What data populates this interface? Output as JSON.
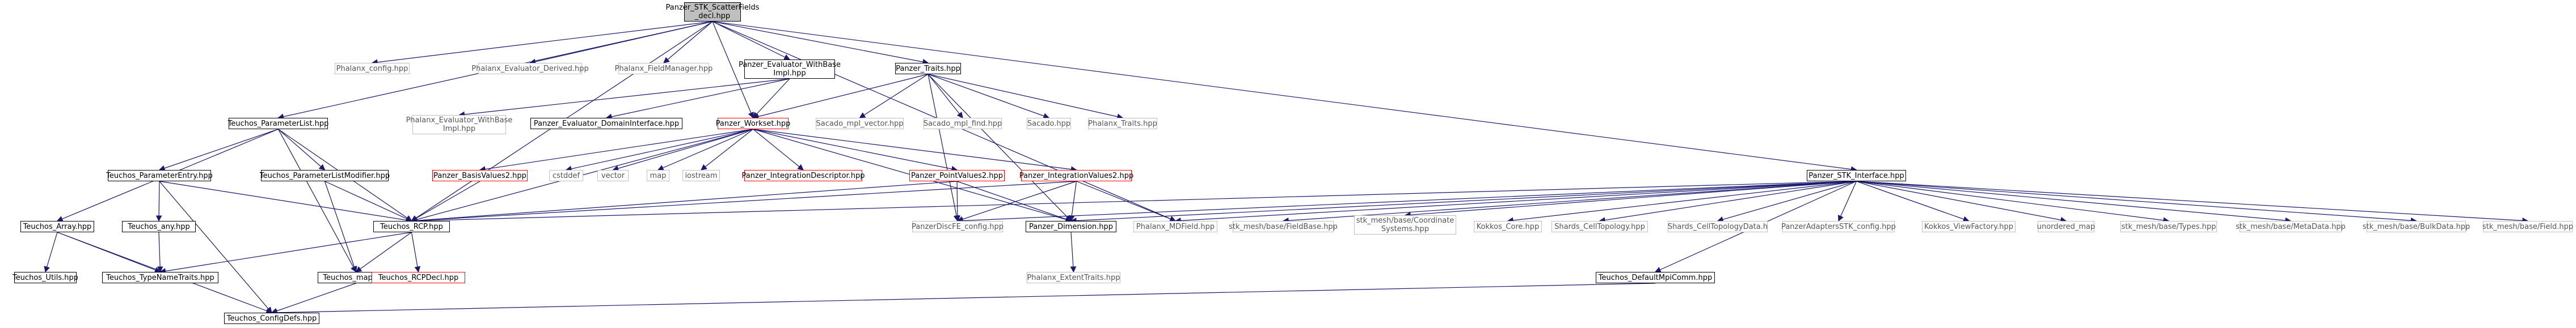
{
  "diagram": {
    "nodes": [
      {
        "id": "root",
        "label": "Panzer_STK_ScatterFields\n_decl.hpp"
      },
      {
        "id": "phx_config",
        "label": "Phalanx_config.hpp"
      },
      {
        "id": "phx_eval_derived",
        "label": "Phalanx_Evaluator_Derived.hpp"
      },
      {
        "id": "phx_fieldmgr",
        "label": "Phalanx_FieldManager.hpp"
      },
      {
        "id": "pz_eval_wb_impl",
        "label": "Panzer_Evaluator_WithBase\nImpl.hpp"
      },
      {
        "id": "pz_traits",
        "label": "Panzer_Traits.hpp"
      },
      {
        "id": "teuchos_paramlist",
        "label": "Teuchos_ParameterList.hpp"
      },
      {
        "id": "phx_eval_wb_impl",
        "label": "Phalanx_Evaluator_WithBase\nImpl.hpp"
      },
      {
        "id": "pz_eval_domain",
        "label": "Panzer_Evaluator_DomainInterface.hpp"
      },
      {
        "id": "pz_workset",
        "label": "Panzer_Workset.hpp"
      },
      {
        "id": "sacado_mpl_vector",
        "label": "Sacado_mpl_vector.hpp"
      },
      {
        "id": "sacado_mpl_find",
        "label": "Sacado_mpl_find.hpp"
      },
      {
        "id": "sacado",
        "label": "Sacado.hpp"
      },
      {
        "id": "phx_traits",
        "label": "Phalanx_Traits.hpp"
      },
      {
        "id": "pz_stk_interface",
        "label": "Panzer_STK_Interface.hpp"
      },
      {
        "id": "teuchos_paramentry",
        "label": "Teuchos_ParameterEntry.hpp"
      },
      {
        "id": "teuchos_plmodifier",
        "label": "Teuchos_ParameterListModifier.hpp"
      },
      {
        "id": "pz_basis_values2",
        "label": "Panzer_BasisValues2.hpp"
      },
      {
        "id": "cstddef",
        "label": "cstddef"
      },
      {
        "id": "vector",
        "label": "vector"
      },
      {
        "id": "map",
        "label": "map"
      },
      {
        "id": "iostream",
        "label": "iostream"
      },
      {
        "id": "pz_integ_desc",
        "label": "Panzer_IntegrationDescriptor.hpp"
      },
      {
        "id": "pz_point_values2",
        "label": "Panzer_PointValues2.hpp"
      },
      {
        "id": "pz_integ_values2",
        "label": "Panzer_IntegrationValues2.hpp"
      },
      {
        "id": "teuchos_array",
        "label": "Teuchos_Array.hpp"
      },
      {
        "id": "teuchos_any",
        "label": "Teuchos_any.hpp"
      },
      {
        "id": "teuchos_rcp",
        "label": "Teuchos_RCP.hpp"
      },
      {
        "id": "pz_dof_config",
        "label": "PanzerDiscFE_config.hpp"
      },
      {
        "id": "pz_dimension",
        "label": "Panzer_Dimension.hpp"
      },
      {
        "id": "phx_mdfield",
        "label": "Phalanx_MDField.hpp"
      },
      {
        "id": "stk_fieldbase",
        "label": "stk_mesh/base/FieldBase.hpp"
      },
      {
        "id": "stk_coordsys",
        "label": "stk_mesh/base/Coordinate\nSystems.hpp"
      },
      {
        "id": "kokkos_core",
        "label": "Kokkos_Core.hpp"
      },
      {
        "id": "shards_celltopo",
        "label": "Shards_CellTopology.hpp"
      },
      {
        "id": "shards_celltopodata",
        "label": "Shards_CellTopologyData.h"
      },
      {
        "id": "pz_adapters_stk_config",
        "label": "PanzerAdaptersSTK_config.hpp"
      },
      {
        "id": "kokkos_viewfactory",
        "label": "Kokkos_ViewFactory.hpp"
      },
      {
        "id": "unordered_map",
        "label": "unordered_map"
      },
      {
        "id": "stk_types",
        "label": "stk_mesh/base/Types.hpp"
      },
      {
        "id": "stk_metadata",
        "label": "stk_mesh/base/MetaData.hpp"
      },
      {
        "id": "stk_bulkdata",
        "label": "stk_mesh/base/BulkData.hpp"
      },
      {
        "id": "stk_field",
        "label": "stk_mesh/base/Field.hpp"
      },
      {
        "id": "teuchos_utils",
        "label": "Teuchos_Utils.hpp"
      },
      {
        "id": "teuchos_typenametraits",
        "label": "Teuchos_TypeNameTraits.hpp"
      },
      {
        "id": "teuchos_map",
        "label": "Teuchos_map.hpp"
      },
      {
        "id": "teuchos_rcpdecl",
        "label": "Teuchos_RCPDecl.hpp"
      },
      {
        "id": "phx_extenttraits",
        "label": "Phalanx_ExtentTraits.hpp"
      },
      {
        "id": "teuchos_defaultmpicomm",
        "label": "Teuchos_DefaultMpiComm.hpp"
      },
      {
        "id": "teuchos_configdefs",
        "label": "Teuchos_ConfigDefs.hpp"
      }
    ],
    "edges": [
      [
        "root",
        "phx_config"
      ],
      [
        "root",
        "phx_eval_derived"
      ],
      [
        "root",
        "phx_fieldmgr"
      ],
      [
        "root",
        "pz_eval_wb_impl"
      ],
      [
        "root",
        "pz_traits"
      ],
      [
        "root",
        "teuchos_paramlist"
      ],
      [
        "root",
        "pz_stk_interface"
      ],
      [
        "root",
        "pz_workset"
      ],
      [
        "root",
        "teuchos_rcp"
      ],
      [
        "root",
        "phx_mdfield"
      ],
      [
        "pz_eval_wb_impl",
        "phx_eval_wb_impl"
      ],
      [
        "pz_eval_wb_impl",
        "pz_eval_domain"
      ],
      [
        "pz_eval_wb_impl",
        "pz_workset"
      ],
      [
        "pz_traits",
        "pz_workset"
      ],
      [
        "pz_traits",
        "sacado_mpl_vector"
      ],
      [
        "pz_traits",
        "sacado_mpl_find"
      ],
      [
        "pz_traits",
        "sacado"
      ],
      [
        "pz_traits",
        "phx_traits"
      ],
      [
        "pz_traits",
        "pz_dof_config"
      ],
      [
        "pz_traits",
        "pz_dimension"
      ],
      [
        "pz_workset",
        "pz_basis_values2"
      ],
      [
        "pz_workset",
        "cstddef"
      ],
      [
        "pz_workset",
        "vector"
      ],
      [
        "pz_workset",
        "map"
      ],
      [
        "pz_workset",
        "iostream"
      ],
      [
        "pz_workset",
        "pz_integ_desc"
      ],
      [
        "pz_workset",
        "pz_point_values2"
      ],
      [
        "pz_workset",
        "pz_integ_values2"
      ],
      [
        "pz_workset",
        "teuchos_rcp"
      ],
      [
        "pz_workset",
        "pz_dimension"
      ],
      [
        "teuchos_paramlist",
        "teuchos_paramentry"
      ],
      [
        "teuchos_paramlist",
        "teuchos_plmodifier"
      ],
      [
        "teuchos_paramlist",
        "teuchos_array"
      ],
      [
        "teuchos_paramlist",
        "teuchos_rcp"
      ],
      [
        "teuchos_paramlist",
        "teuchos_map"
      ],
      [
        "teuchos_paramentry",
        "teuchos_any"
      ],
      [
        "teuchos_paramentry",
        "teuchos_rcp"
      ],
      [
        "teuchos_paramentry",
        "teuchos_configdefs"
      ],
      [
        "teuchos_plmodifier",
        "teuchos_rcp"
      ],
      [
        "teuchos_plmodifier",
        "teuchos_map"
      ],
      [
        "pz_basis_values2",
        "teuchos_rcp"
      ],
      [
        "pz_point_values2",
        "pz_dof_config"
      ],
      [
        "pz_point_values2",
        "pz_dimension"
      ],
      [
        "pz_point_values2",
        "teuchos_rcp"
      ],
      [
        "pz_integ_values2",
        "pz_dof_config"
      ],
      [
        "pz_integ_values2",
        "pz_dimension"
      ],
      [
        "pz_integ_values2",
        "phx_mdfield"
      ],
      [
        "pz_integ_values2",
        "teuchos_rcp"
      ],
      [
        "pz_dimension",
        "phx_extenttraits"
      ],
      [
        "teuchos_array",
        "teuchos_utils"
      ],
      [
        "teuchos_array",
        "teuchos_typenametraits"
      ],
      [
        "teuchos_array",
        "teuchos_configdefs"
      ],
      [
        "teuchos_any",
        "teuchos_typenametraits"
      ],
      [
        "teuchos_rcp",
        "teuchos_typenametraits"
      ],
      [
        "teuchos_rcp",
        "teuchos_map"
      ],
      [
        "teuchos_rcp",
        "teuchos_rcpdecl"
      ],
      [
        "teuchos_map",
        "teuchos_configdefs"
      ],
      [
        "pz_stk_interface",
        "teuchos_rcp"
      ],
      [
        "pz_stk_interface",
        "pz_dof_config"
      ],
      [
        "pz_stk_interface",
        "pz_dimension"
      ],
      [
        "pz_stk_interface",
        "phx_mdfield"
      ],
      [
        "pz_stk_interface",
        "stk_fieldbase"
      ],
      [
        "pz_stk_interface",
        "stk_coordsys"
      ],
      [
        "pz_stk_interface",
        "kokkos_core"
      ],
      [
        "pz_stk_interface",
        "shards_celltopo"
      ],
      [
        "pz_stk_interface",
        "shards_celltopodata"
      ],
      [
        "pz_stk_interface",
        "pz_adapters_stk_config"
      ],
      [
        "pz_stk_interface",
        "kokkos_viewfactory"
      ],
      [
        "pz_stk_interface",
        "unordered_map"
      ],
      [
        "pz_stk_interface",
        "stk_types"
      ],
      [
        "pz_stk_interface",
        "stk_metadata"
      ],
      [
        "pz_stk_interface",
        "stk_bulkdata"
      ],
      [
        "pz_stk_interface",
        "stk_field"
      ],
      [
        "pz_stk_interface",
        "teuchos_defaultmpicomm"
      ],
      [
        "teuchos_defaultmpicomm",
        "teuchos_configdefs"
      ]
    ]
  }
}
